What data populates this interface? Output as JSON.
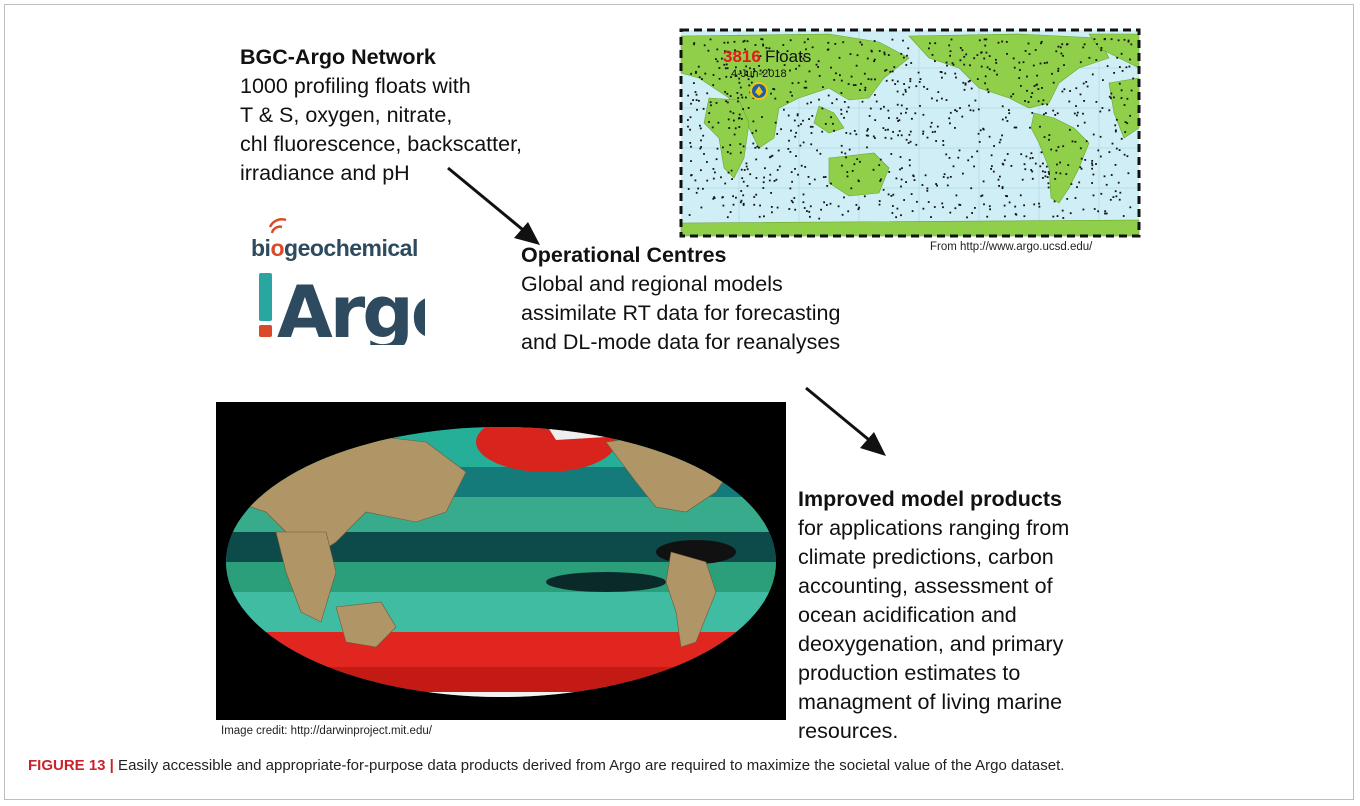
{
  "bgc": {
    "heading": "BGC-Argo Network",
    "lines": [
      "1000 profiling floats with",
      "T & S, oxygen, nitrate,",
      "chl fluorescence, backscatter,",
      "irradiance and pH"
    ]
  },
  "float_map": {
    "count": "3816",
    "count_label": "Floats",
    "date": "4-Jun-2018",
    "credit": "From http://www.argo.ucsd.edu/"
  },
  "logo": {
    "bio_prefix": "bi",
    "bio_accent": "o",
    "bio_rest": "geochemical",
    "argo_word": "Argo",
    "colors": {
      "navy": "#2e4a5e",
      "accent": "#d94a2a",
      "teal": "#2aa6a0"
    }
  },
  "ops": {
    "heading": "Operational Centres",
    "lines": [
      "Global and regional models",
      "assimilate RT data for forecasting",
      "and DL-mode data for reanalyses"
    ]
  },
  "improved": {
    "heading": "Improved model products",
    "lines": [
      "for applications ranging from",
      "climate predictions, carbon",
      "accounting, assessment of",
      "ocean acidification and",
      "deoxygenation, and primary",
      "production estimates to",
      "managment of living marine",
      "resources."
    ]
  },
  "model_image": {
    "credit": "Image credit: http://darwinproject.mit.edu/"
  },
  "caption": {
    "label": "FIGURE 13 |",
    "text": " Easily accessible and appropriate-for-purpose data products derived from Argo are required to maximize the societal value of the Argo dataset."
  },
  "colors": {
    "land": "#8fcf4a",
    "ocean_light": "#cfeef5",
    "caption_red": "#c8232c",
    "model_bg": "#000000"
  }
}
